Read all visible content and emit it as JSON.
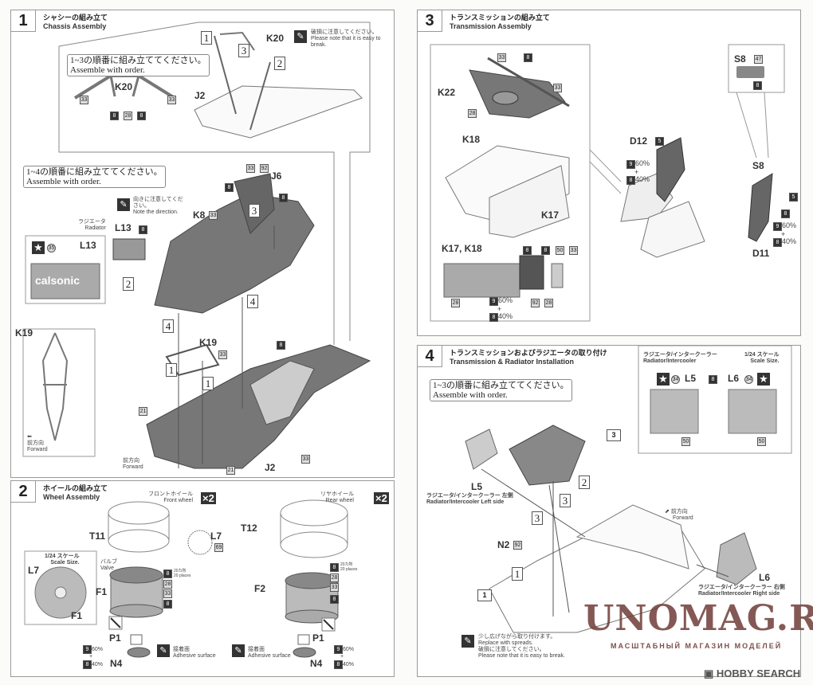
{
  "step1": {
    "number": "1",
    "title_ja": "シャシーの組み立て",
    "title_en": "Chassis Assembly",
    "order_note_a": {
      "ja": "1~3の順番に組み立ててください。",
      "en": "Assemble with order."
    },
    "order_note_b": {
      "ja": "1~4の順番に組み立ててください。",
      "en": "Assemble with order."
    },
    "caution": {
      "ja": "破損に注意してください。",
      "en": "Please note that it is easy to break."
    },
    "direction_note": {
      "ja": "向きに注意してください。",
      "en": "Note the direction."
    },
    "radiator": {
      "ja": "ラジエータ",
      "en": "Radiator"
    },
    "forward": {
      "ja": "前方向",
      "en": "Forward"
    },
    "parts": {
      "k20": "K20",
      "j2": "J2",
      "j6": "J6",
      "k8": "K8",
      "l13": "L13",
      "k19": "K19"
    },
    "decal_text": "calsonic",
    "codes": {
      "c33": "33",
      "c8": "8",
      "c28": "28",
      "c92": "92",
      "c35": "35",
      "c21": "21"
    },
    "seq": [
      "1",
      "2",
      "3",
      "4"
    ]
  },
  "step2": {
    "number": "2",
    "title_ja": "ホイールの組み立て",
    "title_en": "Wheel Assembly",
    "front": {
      "ja": "フロントホイール",
      "en": "Front wheel",
      "qty": "×2"
    },
    "rear": {
      "ja": "リヤホイール",
      "en": "Rear wheel",
      "qty": "×2"
    },
    "scale": {
      "ja": "1/24 スケール",
      "en": "Scale Size."
    },
    "valve": {
      "ja": "バルブ",
      "en": "Valve"
    },
    "places": {
      "ja": "20カ所",
      "en": "20 places"
    },
    "adhesive": {
      "ja": "接着面",
      "en": "Adhesive surface"
    },
    "parts": {
      "t11": "T11",
      "t12": "T12",
      "l7": "L7",
      "f1": "F1",
      "f2": "F2",
      "p1": "P1",
      "n4": "N4"
    },
    "codes": {
      "c8": "8",
      "c28": "28",
      "c33": "33",
      "c69": "69",
      "c9": "9"
    },
    "mix": {
      "a": "60%",
      "plus": "+",
      "b": "40%"
    }
  },
  "step3": {
    "number": "3",
    "title_ja": "トランスミッションの組み立て",
    "title_en": "Transmission Assembly",
    "parts": {
      "k22": "K22",
      "k18": "K18",
      "k17": "K17",
      "k1718": "K17, K18",
      "s8": "S8",
      "d12": "D12",
      "d11": "D11"
    },
    "codes": {
      "c33": "33",
      "c8": "8",
      "c28": "28",
      "c50": "50",
      "c92": "92",
      "c47": "47",
      "c5": "5",
      "c9": "9"
    },
    "mix": {
      "a": "60%",
      "plus": "+",
      "b": "40%"
    }
  },
  "step4": {
    "number": "4",
    "title_ja": "トランスミッションおよびラジエータの取り付け",
    "title_en": "Transmission & Radiator Installation",
    "order_note": {
      "ja": "1~3の順番に組み立ててください。",
      "en": "Assemble with order."
    },
    "inset_title": {
      "ja": "ラジエータ/インタークーラー",
      "en": "Radiator/Intercooler"
    },
    "scale": {
      "ja": "1/24 スケール",
      "en": "Scale Size."
    },
    "left_side": {
      "part": "L5",
      "ja": "ラジエータ/インタークーラー 左側",
      "en": "Radiator/Intercooler Left side"
    },
    "right_side": {
      "part": "L6",
      "ja": "ラジエータ/インタークーラー 右側",
      "en": "Radiator/Intercooler Right side"
    },
    "forward": {
      "ja": "前方向",
      "en": "Forward"
    },
    "n2": "N2",
    "spread_note": {
      "ja": "少し広げながら取り付けます。",
      "en": "Replace with spreads.",
      "ja2": "破損に注意してください。",
      "en2": "Please note that it is easy to break."
    },
    "codes": {
      "c34": "34",
      "c8": "8",
      "c50": "50",
      "c92": "92"
    },
    "seq": [
      "1",
      "2",
      "3",
      "3"
    ],
    "ref_boxes": [
      "3",
      "1"
    ]
  },
  "watermark": {
    "main": "UNOMAG.RU",
    "sub": "МАСШТАБНЫЙ МАГАЗИН МОДЕЛЕЙ"
  },
  "brand": "HOBBY SEARCH"
}
